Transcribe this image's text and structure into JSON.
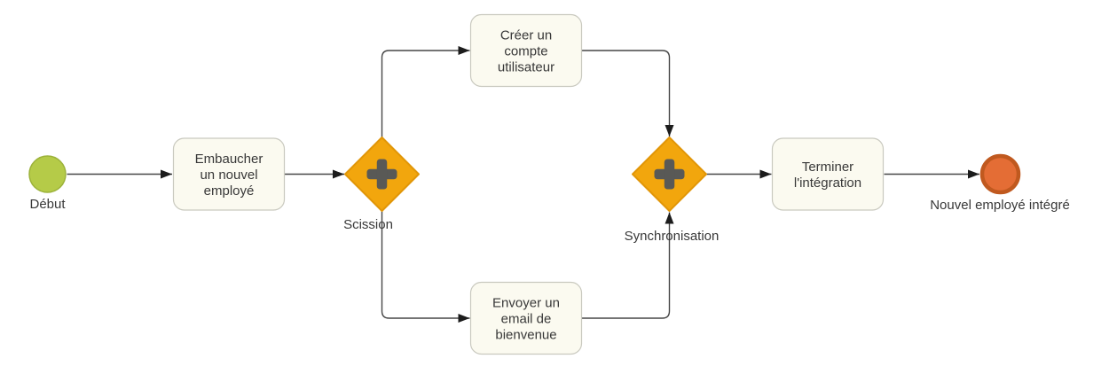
{
  "diagram": {
    "kind": "bpmn-process-flow",
    "colors": {
      "start_fill": "#b5cb48",
      "start_stroke": "#9cb23a",
      "end_fill": "#e46d35",
      "end_stroke": "#c0591f",
      "gateway_fill": "#f2a60d",
      "gateway_stroke": "#e19608",
      "gateway_icon": "#595956",
      "task_fill": "#fbfaf0",
      "task_stroke": "#c9c9bf",
      "line": "#474747",
      "arrow": "#1c1c1c",
      "text": "#383838"
    },
    "start_event": {
      "label": "Début"
    },
    "end_event": {
      "label": "Nouvel employé intégré"
    },
    "tasks": {
      "embaucher": {
        "lines": [
          "Embaucher",
          "un nouvel",
          "employé"
        ]
      },
      "creer": {
        "lines": [
          "Créer un",
          "compte",
          "utilisateur"
        ]
      },
      "envoyer": {
        "lines": [
          "Envoyer un",
          "email de",
          "bienvenue"
        ]
      },
      "terminer": {
        "lines": [
          "Terminer",
          "l'intégration"
        ]
      }
    },
    "gateways": {
      "split": {
        "label": "Scission",
        "type": "parallel",
        "icon": "plus"
      },
      "join": {
        "label": "Synchronisation",
        "type": "parallel",
        "icon": "plus"
      }
    }
  }
}
